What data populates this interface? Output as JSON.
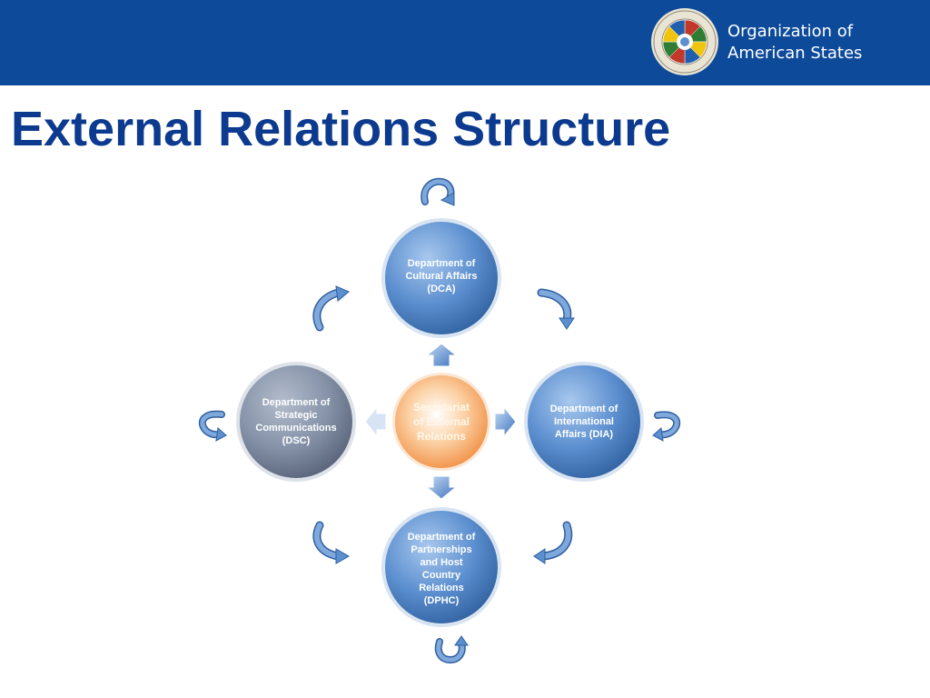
{
  "header": {
    "org_name_line1": "Organization of",
    "org_name_line2": "American States",
    "brand_color": "#0d4a9a"
  },
  "title": "External Relations Structure",
  "diagram": {
    "center": {
      "label": "Secretariat of External Relations"
    },
    "nodes": {
      "top": {
        "label": "Department of Cultural Affairs (DCA)"
      },
      "right": {
        "label": "Department of International Affairs (DIA)"
      },
      "bottom": {
        "label": "Department of Partnerships and Host Country Relations (DPHC)"
      },
      "left": {
        "label": "Department of Strategic Communications (DSC)"
      }
    },
    "colors": {
      "node_blue": "#4f86c6",
      "node_gray": "#7f8da5",
      "center": "#f6a55e",
      "arrow": "#5b8fd0"
    }
  }
}
